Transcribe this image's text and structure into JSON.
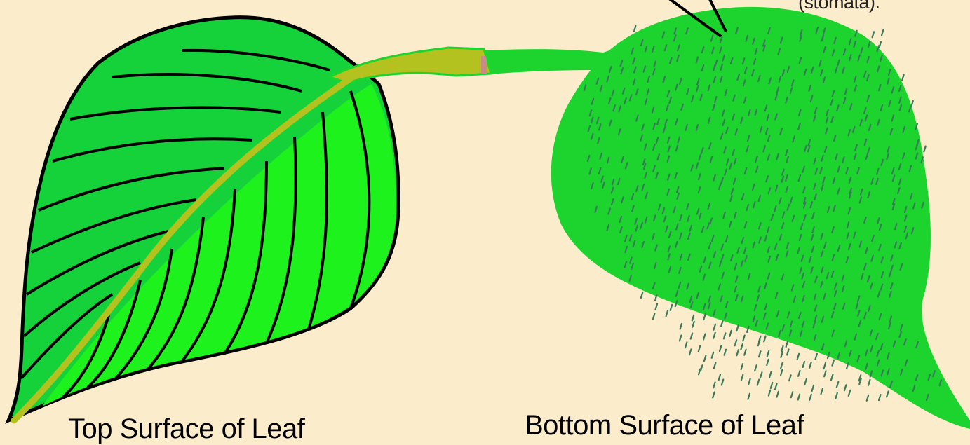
{
  "captions": {
    "top_surface": "Top Surface of Leaf",
    "bottom_surface": "Bottom Surface of Leaf",
    "stomata_callout": "(stomata)."
  },
  "colors": {
    "background": "#fbeccb",
    "leaf_dark": "#16d23a",
    "leaf_bright": "#1df21d",
    "midrib": "#b3c21f",
    "bottom_leaf": "#1dd42e",
    "stomata": "#3a7a5a"
  }
}
